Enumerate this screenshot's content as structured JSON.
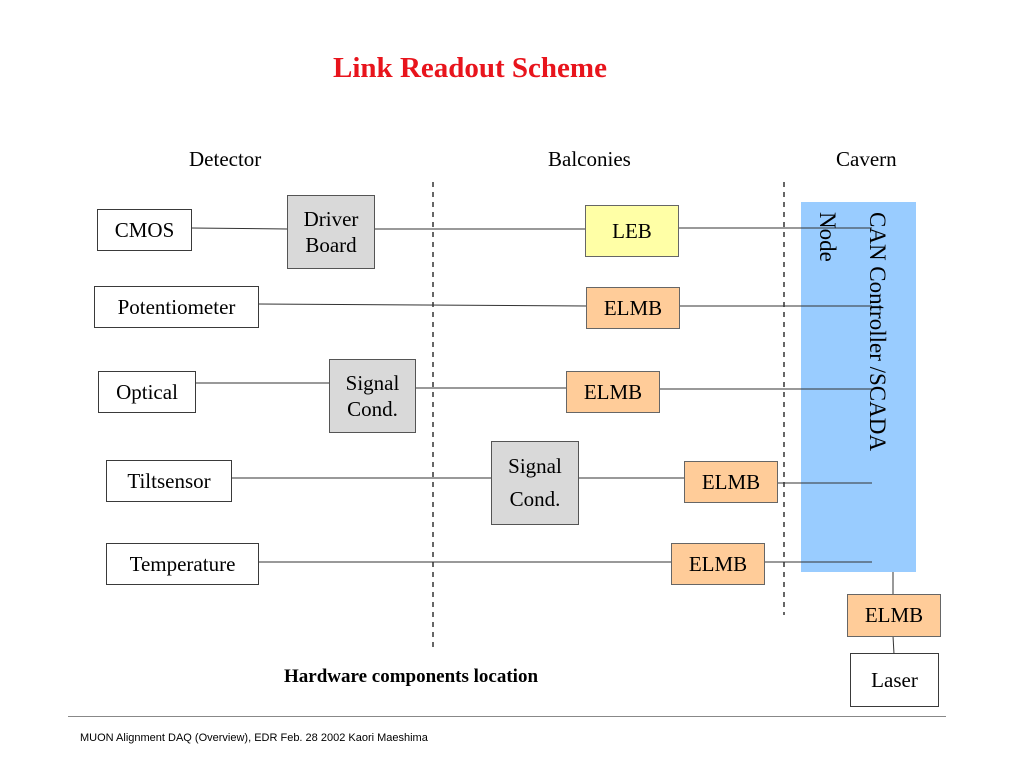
{
  "title": "Link Readout Scheme",
  "columns": {
    "detector": "Detector",
    "balconies": "Balconies",
    "cavern": "Cavern"
  },
  "detector_items": {
    "cmos": "CMOS",
    "potentiometer": "Potentiometer",
    "optical": "Optical",
    "tiltsensor": "Tiltsensor",
    "temperature": "Temperature"
  },
  "driver_board": {
    "line1": "Driver",
    "line2": "Board"
  },
  "signal_cond_1": {
    "line1": "Signal",
    "line2": "Cond."
  },
  "signal_cond_2": {
    "line1": "Signal",
    "line2": "Cond."
  },
  "leb": "LEB",
  "elmb": {
    "potentiometer": "ELMB",
    "optical": "ELMB",
    "tiltsensor": "ELMB",
    "temperature": "ELMB",
    "laser": "ELMB"
  },
  "can_controller": {
    "line1": "CAN Controller /SCADA",
    "line2": "Node"
  },
  "laser": "Laser",
  "caption": "Hardware components location",
  "footer": "MUON Alignment DAQ (Overview),   EDR   Feb. 28 2002 Kaori Maeshima",
  "colors": {
    "title": "#e8141c",
    "gray_box": "#d9d9d9",
    "leb_box": "#ffffa6",
    "elmb_box": "#ffcc99",
    "can_bar": "#99ccff"
  }
}
